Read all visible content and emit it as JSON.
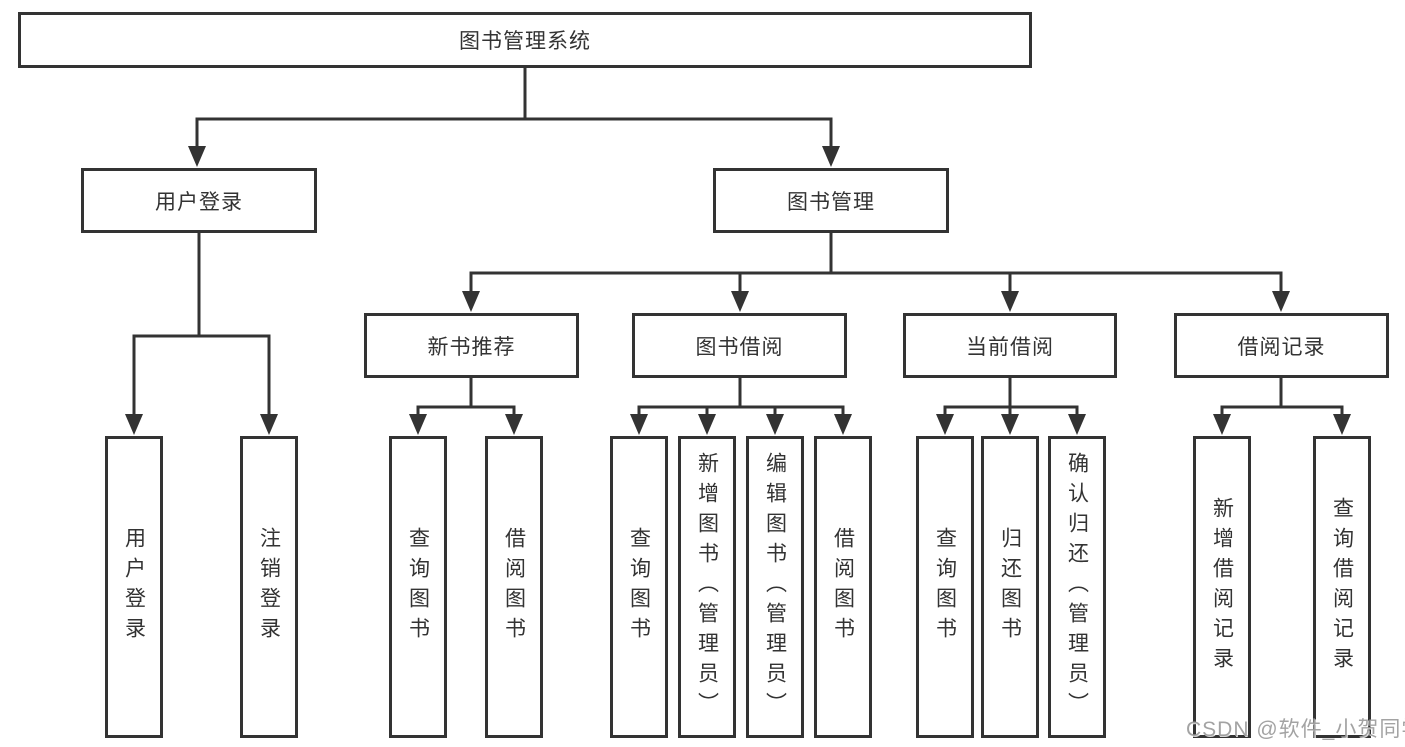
{
  "diagram": {
    "root": {
      "label": "图书管理系统"
    },
    "branches": [
      {
        "label": "用户登录",
        "children": [
          {
            "label": "用户登录"
          },
          {
            "label": "注销登录"
          }
        ]
      },
      {
        "label": "图书管理",
        "children": [
          {
            "label": "新书推荐",
            "children": [
              {
                "label": "查询图书"
              },
              {
                "label": "借阅图书"
              }
            ]
          },
          {
            "label": "图书借阅",
            "children": [
              {
                "label": "查询图书"
              },
              {
                "label": "新增图书（管理员）"
              },
              {
                "label": "编辑图书（管理员）"
              },
              {
                "label": "借阅图书"
              }
            ]
          },
          {
            "label": "当前借阅",
            "children": [
              {
                "label": "查询图书"
              },
              {
                "label": "归还图书"
              },
              {
                "label": "确认归还（管理员）"
              }
            ]
          },
          {
            "label": "借阅记录",
            "children": [
              {
                "label": "新增借阅记录"
              },
              {
                "label": "查询借阅记录"
              }
            ]
          }
        ]
      }
    ]
  },
  "colors": {
    "line": "#333333",
    "text": "#333333",
    "watermark": "#9e9e9e"
  },
  "watermark": {
    "text": "CSDN @软件_小贺同学"
  }
}
